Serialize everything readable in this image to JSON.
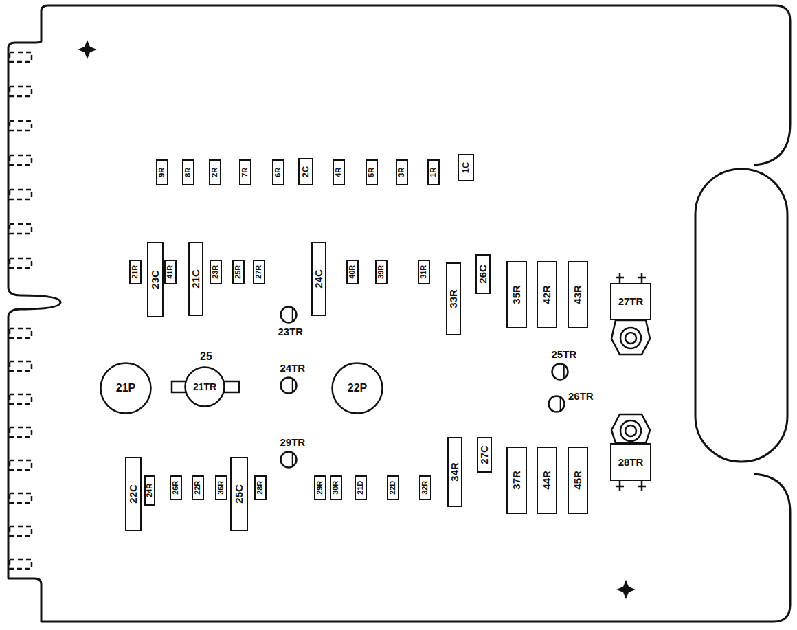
{
  "diagram": {
    "nodes": [
      {
        "text": [
          "9R"
        ]
      },
      {
        "text": [
          "8R"
        ]
      },
      {
        "text": [
          "2R"
        ]
      },
      {
        "text": [
          "7R"
        ]
      },
      {
        "text": [
          "6R"
        ]
      },
      {
        "text": [
          "2C"
        ]
      },
      {
        "text": [
          "4R"
        ]
      },
      {
        "text": [
          "5R"
        ]
      },
      {
        "text": [
          "3R"
        ]
      },
      {
        "text": [
          "1R"
        ]
      },
      {
        "text": [
          "1C"
        ]
      },
      {
        "text": [
          "21R"
        ]
      },
      {
        "text": [
          "23C"
        ]
      },
      {
        "text": [
          "41R"
        ]
      },
      {
        "text": [
          "21C"
        ]
      },
      {
        "text": [
          "23R"
        ]
      },
      {
        "text": [
          "25R"
        ]
      },
      {
        "text": [
          "27R"
        ]
      },
      {
        "text": [
          "24C"
        ]
      },
      {
        "text": [
          "40R"
        ]
      },
      {
        "text": [
          "39R"
        ]
      },
      {
        "text": [
          "31R"
        ]
      },
      {
        "text": [
          "33R"
        ]
      },
      {
        "text": [
          "26C"
        ]
      },
      {
        "text": [
          "35R"
        ]
      },
      {
        "text": [
          "42R"
        ]
      },
      {
        "text": [
          "43R"
        ]
      },
      {
        "text": [
          "27TR"
        ]
      },
      {
        "text": [
          "23TR"
        ]
      },
      {
        "text": [
          "21P"
        ]
      },
      {
        "text": [
          "21TR"
        ]
      },
      {
        "text": [
          "24TR"
        ]
      },
      {
        "text": [
          "22P"
        ]
      },
      {
        "text": [
          "25TR"
        ]
      },
      {
        "text": [
          "26TR"
        ]
      },
      {
        "text": [
          "29TR"
        ]
      },
      {
        "text": [
          "28TR"
        ]
      },
      {
        "text": [
          "22C"
        ]
      },
      {
        "text": [
          "24R"
        ]
      },
      {
        "text": [
          "26R"
        ]
      },
      {
        "text": [
          "22R"
        ]
      },
      {
        "text": [
          "36R"
        ]
      },
      {
        "text": [
          "25C"
        ]
      },
      {
        "text": [
          "28R"
        ]
      },
      {
        "text": [
          "29R"
        ]
      },
      {
        "text": [
          "30R"
        ]
      },
      {
        "text": [
          "21D"
        ]
      },
      {
        "text": [
          "22D"
        ]
      },
      {
        "text": [
          "32R"
        ]
      },
      {
        "text": [
          "34R"
        ]
      },
      {
        "text": [
          "27C"
        ]
      },
      {
        "text": [
          "37R"
        ]
      },
      {
        "text": [
          "44R"
        ]
      },
      {
        "text": [
          "45R"
        ]
      }
    ],
    "labels": [
      "25"
    ]
  }
}
